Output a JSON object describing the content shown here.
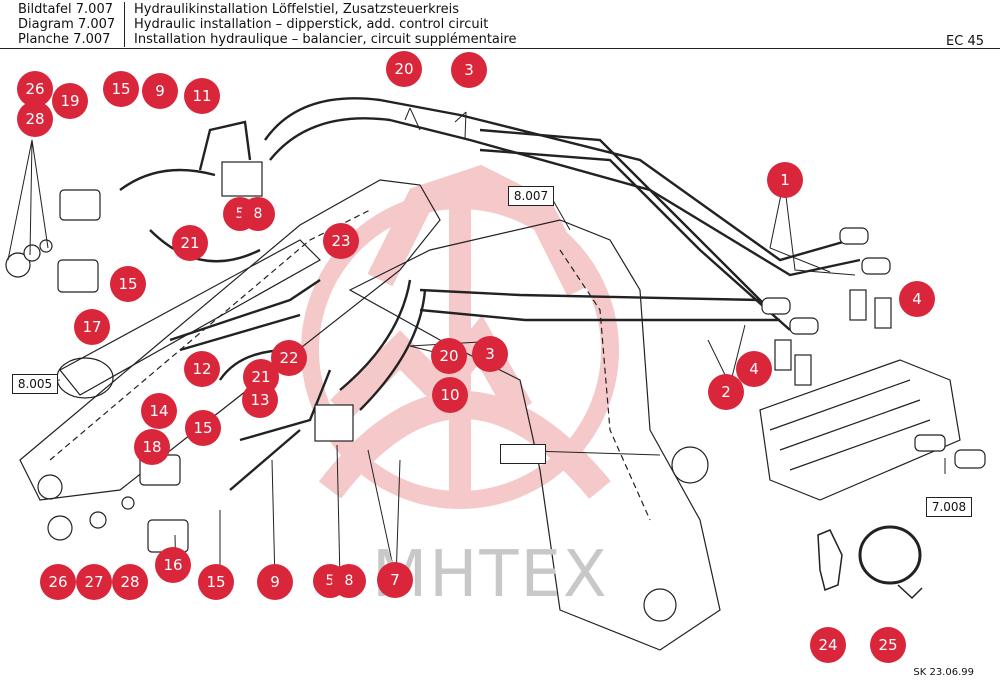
{
  "header": {
    "lines": [
      {
        "left": "Bildtafel  7.007",
        "right": "Hydraulikinstallation Löffelstiel, Zusatzsteuerkreis"
      },
      {
        "left": "Diagram  7.007",
        "right": "Hydraulic installation – dipperstick, add. control circuit"
      },
      {
        "left": "Planche  7.007",
        "right": "Installation hydraulique – balancier, circuit supplémentaire"
      }
    ],
    "model": "EC 45"
  },
  "references": [
    "8.007",
    "8.005",
    "7.008",
    ""
  ],
  "watermark": "MHTEX",
  "footer": "SK  23.06.99",
  "callouts": [
    "26",
    "19",
    "28",
    "15",
    "9",
    "11",
    "20",
    "3",
    "1",
    "5",
    "8",
    "21",
    "23",
    "15",
    "17",
    "4",
    "20",
    "3",
    "22",
    "12",
    "21",
    "13",
    "10",
    "2",
    "4",
    "14",
    "15",
    "18",
    "26",
    "27",
    "28",
    "16",
    "15",
    "9",
    "5",
    "8",
    "7",
    "24",
    "25"
  ],
  "colors": {
    "callout": "#d9263a",
    "watermark": "#f2b7b9",
    "line": "#222222"
  }
}
